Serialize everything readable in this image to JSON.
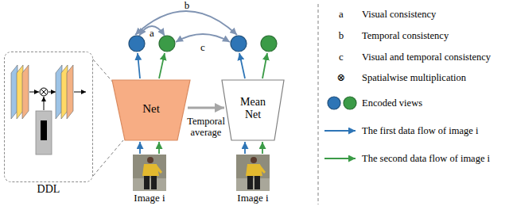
{
  "diagram": {
    "nodes": [
      {
        "text": [
          "DDL"
        ]
      },
      {
        "text": [
          "Net"
        ]
      },
      {
        "text": [
          "Mean Net"
        ]
      },
      {
        "text": [
          "Image i"
        ]
      },
      {
        "text": [
          "Image i"
        ]
      }
    ],
    "edges": [
      {
        "from": 3,
        "to": 1,
        "arrow": "to"
      },
      {
        "from": 3,
        "to": 1,
        "arrow": "to"
      },
      {
        "from": 1,
        "to": 2,
        "label": "Temporal average",
        "arrow": "to"
      },
      {
        "from": 4,
        "to": 2,
        "arrow": "to"
      },
      {
        "from": 4,
        "to": 2,
        "arrow": "to"
      },
      {
        "from": 0,
        "to": 1,
        "arrow": "none"
      }
    ],
    "labels": [
      "b",
      "a",
      "c",
      "a",
      "b",
      "c",
      "⊗"
    ],
    "legend": [
      {
        "text": "Visual consistency"
      },
      {
        "text": "Temporal consistency"
      },
      {
        "text": "Visual and temporal consistency"
      },
      {
        "text": "Spatialwise multiplication"
      },
      {
        "text": "Encoded views"
      },
      {
        "text": "The first data flow of image i"
      },
      {
        "text": "The second data flow of image i"
      }
    ]
  }
}
